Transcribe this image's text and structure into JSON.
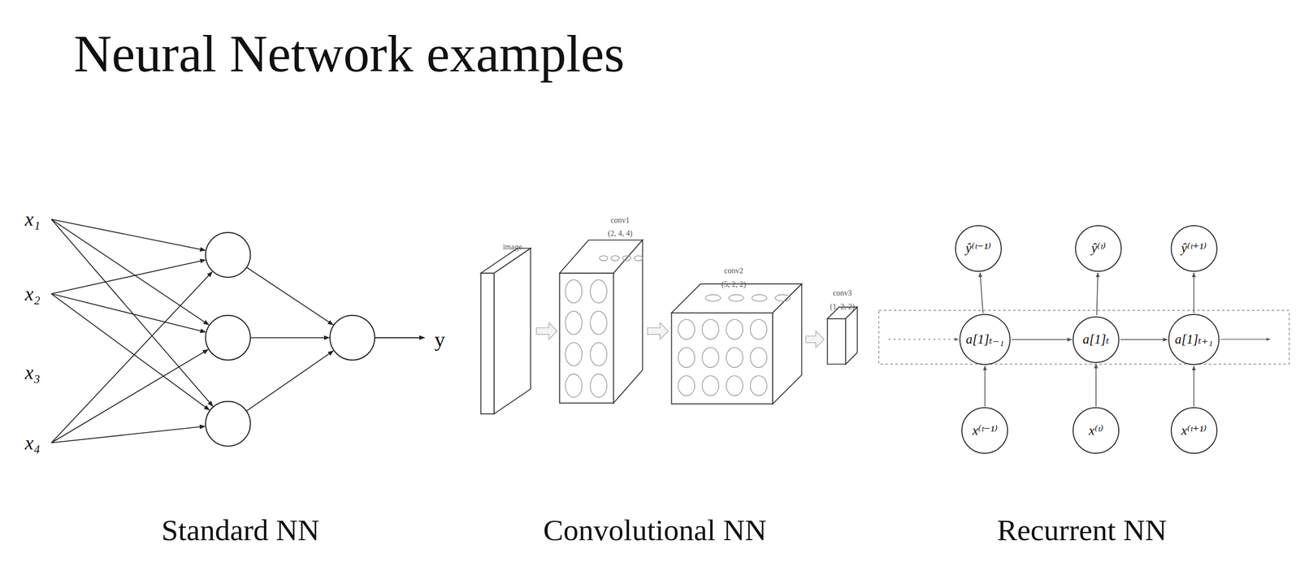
{
  "diagram": {
    "title": "Neural Network examples",
    "nodes": [
      {
        "text": [
          "ŷ⁽ᵗ⁻¹⁾"
        ]
      },
      {
        "text": [
          "ŷ⁽ᵗ⁾"
        ]
      },
      {
        "text": [
          "ŷ⁽ᵗ⁺¹⁾"
        ]
      },
      {
        "text": [
          "a[1]ₜ₋₁"
        ]
      },
      {
        "text": [
          "a[1]ₜ"
        ]
      },
      {
        "text": [
          "a[1]ₜ₊₁"
        ]
      },
      {
        "text": [
          "x⁽ᵗ⁻¹⁾"
        ]
      },
      {
        "text": [
          "x⁽ᵗ⁾"
        ]
      },
      {
        "text": [
          "x⁽ᵗ⁺¹⁾"
        ]
      }
    ],
    "edges": [
      {
        "from": 6,
        "to": 3,
        "arrow": "to"
      },
      {
        "from": 7,
        "to": 4,
        "arrow": "to"
      },
      {
        "from": 8,
        "to": 5,
        "arrow": "to"
      },
      {
        "from": 3,
        "to": 0,
        "arrow": "to"
      },
      {
        "from": 4,
        "to": 1,
        "arrow": "to"
      },
      {
        "from": 5,
        "to": 2,
        "arrow": "to"
      },
      {
        "from": 3,
        "to": 4,
        "arrow": "to"
      },
      {
        "from": 4,
        "to": 5,
        "arrow": "to"
      }
    ],
    "labels": [
      "x₁",
      "x₂",
      "x₃",
      "x₄",
      "y",
      "image",
      "conv1",
      "(2, 4, 4)",
      "conv2",
      "(5, 2, 2)",
      "conv3",
      "(1, 2, 2)",
      "Standard NN",
      "Convolutional NN",
      "Recurrent NN"
    ]
  }
}
